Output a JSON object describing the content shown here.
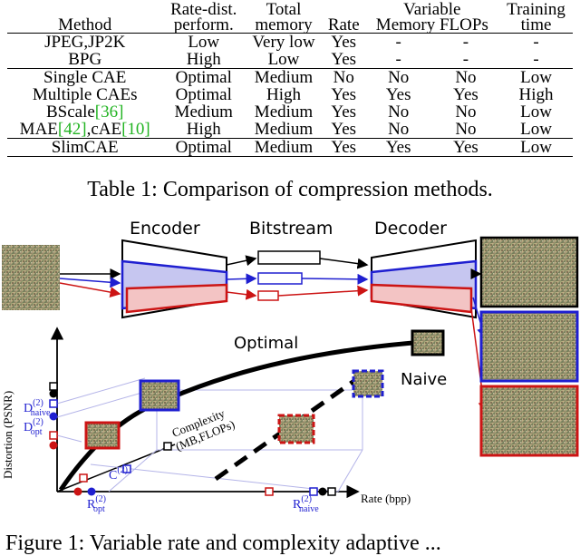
{
  "table": {
    "headers": [
      {
        "l1": "",
        "l2": "Method"
      },
      {
        "l1": "Rate-dist.",
        "l2": "perform."
      },
      {
        "l1": "Total",
        "l2": "memory"
      },
      {
        "l1": "",
        "l2": "Rate"
      },
      {
        "l1": "Variable",
        "l2": "Memory FLOPs"
      },
      {
        "l1": "Training",
        "l2": "time"
      }
    ],
    "rows": [
      {
        "method": "JPEG,JP2K",
        "rd": "Low",
        "mem": "Very low",
        "rate": "Yes",
        "vmem": "-",
        "flops": "-",
        "time": "-"
      },
      {
        "method": "BPG",
        "rd": "High",
        "mem": "Low",
        "rate": "Yes",
        "vmem": "-",
        "flops": "-",
        "time": "-"
      },
      {
        "method": "Single CAE",
        "rd": "Optimal",
        "mem": "Medium",
        "rate": "No",
        "vmem": "No",
        "flops": "No",
        "time": "Low"
      },
      {
        "method": "Multiple CAEs",
        "rd": "Optimal",
        "mem": "High",
        "rate": "Yes",
        "vmem": "Yes",
        "flops": "Yes",
        "time": "High"
      },
      {
        "method": "BScale",
        "ref1": "[36]",
        "rd": "Medium",
        "mem": "Medium",
        "rate": "Yes",
        "vmem": "No",
        "flops": "No",
        "time": "Low"
      },
      {
        "method": "MAE",
        "ref1": "[42]",
        "method2": ",cAE",
        "ref2": "[10]",
        "rd": "High",
        "mem": "Medium",
        "rate": "Yes",
        "vmem": "No",
        "flops": "No",
        "time": "Low"
      },
      {
        "method": "SlimCAE",
        "rd": "Optimal",
        "mem": "Medium",
        "rate": "Yes",
        "vmem": "Yes",
        "flops": "Yes",
        "time": "Low"
      }
    ],
    "caption": "Table 1: Comparison of compression methods."
  },
  "figure": {
    "encoder_label": "Encoder",
    "bitstream_label": "Bitstream",
    "decoder_label": "Decoder",
    "optimal_label": "Optimal",
    "naive_label": "Naive",
    "complexity_label": "Complexity",
    "complexity_units": "(MB,FLOPs)",
    "y_axis_label": "Distortion (PSNR)",
    "x_axis_label": "Rate (bpp)",
    "d_naive": "D",
    "d_naive_sup": "(2)",
    "d_naive_sub": "naive",
    "d_opt": "D",
    "d_opt_sup": "(2)",
    "d_opt_sub": "opt",
    "c_label": "C",
    "c_sup": "(2)",
    "r_opt": "R",
    "r_opt_sup": "(2)",
    "r_opt_sub": "opt",
    "r_naive": "R",
    "r_naive_sup": "(2)",
    "r_naive_sub": "naive",
    "caption": "Figure 1: Variable rate and complexity adaptive ..."
  },
  "colors": {
    "blue": "#1f1fd0",
    "red": "#cc1414",
    "green": "#22b422",
    "blue_fill": "#c6c6f0",
    "red_fill": "#f3c4c4"
  }
}
